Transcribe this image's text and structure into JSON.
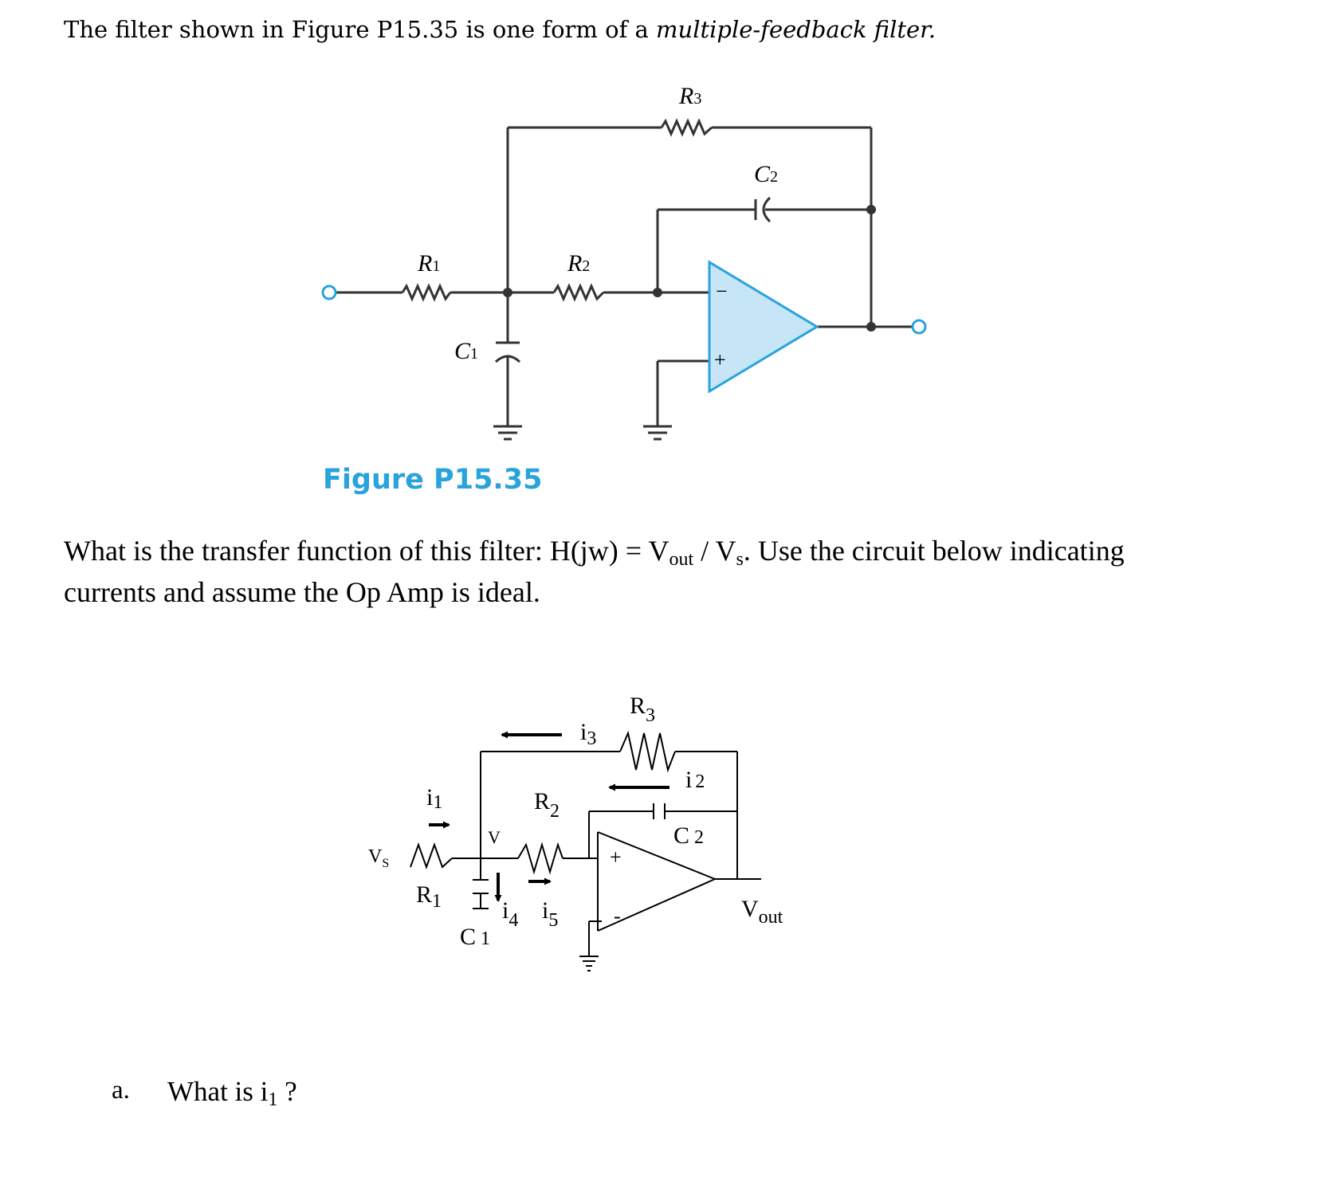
{
  "intro": {
    "text_before": "The filter shown in Figure P15.35 is one form of a ",
    "text_emph": "multiple-feedback filter."
  },
  "figure": {
    "caption": "Figure P15.35",
    "accent_color": "#29a3dc",
    "opamp_fill": "#c6e6f8",
    "labels": {
      "r1": "R",
      "r1_sub": "1",
      "r2": "R",
      "r2_sub": "2",
      "r3": "R",
      "r3_sub": "3",
      "c1": "C",
      "c1_sub": "1",
      "c2": "C",
      "c2_sub": "2",
      "minus": "−",
      "plus": "+"
    }
  },
  "question": {
    "part1": "What is the transfer function of this filter:  H(jw) = V",
    "out_sub": "out",
    "part2": " / V",
    "s_sub": "s",
    "part3": ".  Use the circuit below indicating currents and assume the Op Amp is ideal."
  },
  "sketch": {
    "labels": {
      "vs": "V",
      "vs_sub": "S",
      "r1": "R",
      "r1_sub": "1",
      "r2": "R",
      "r2_sub": "2",
      "r3": "R",
      "r3_sub": "3",
      "c1": "C",
      "c1_sub": "1",
      "c2": "C",
      "c2_sub": "2",
      "v": "V",
      "i1": "i",
      "i1_sub": "1",
      "i2": "i",
      "i2_sub": "2",
      "i3": "i",
      "i3_sub": "3",
      "i4": "i",
      "i4_sub": "4",
      "i5": "i",
      "i5_sub": "5",
      "vout": "V",
      "vout_sub": "out",
      "plus": "+",
      "minus": "-"
    }
  },
  "items": [
    {
      "letter": "a.",
      "text": "What is i",
      "sub": "1",
      "suffix": " ?"
    }
  ]
}
